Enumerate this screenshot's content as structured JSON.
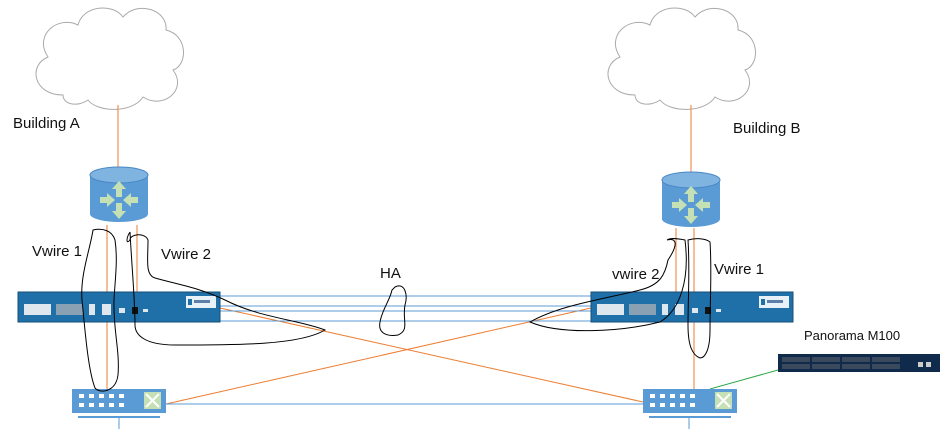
{
  "labels": {
    "building_a": "Building A",
    "building_b": "Building B",
    "vwire1_a": "Vwire 1",
    "vwire2_a": "Vwire 2",
    "ha": "HA",
    "vwire2_b": "vwire 2",
    "vwire1_b": "Vwire 1",
    "panorama": "Panorama M100"
  },
  "colors": {
    "device_blue": "#5b9bd5",
    "firewall_blue": "#1f6fa8",
    "orange_link": "#ed7d31",
    "blue_link": "#5b9bd5",
    "green_link": "#2ea84a",
    "arrow_green": "#c5e0b4",
    "annotation": "#000000"
  }
}
